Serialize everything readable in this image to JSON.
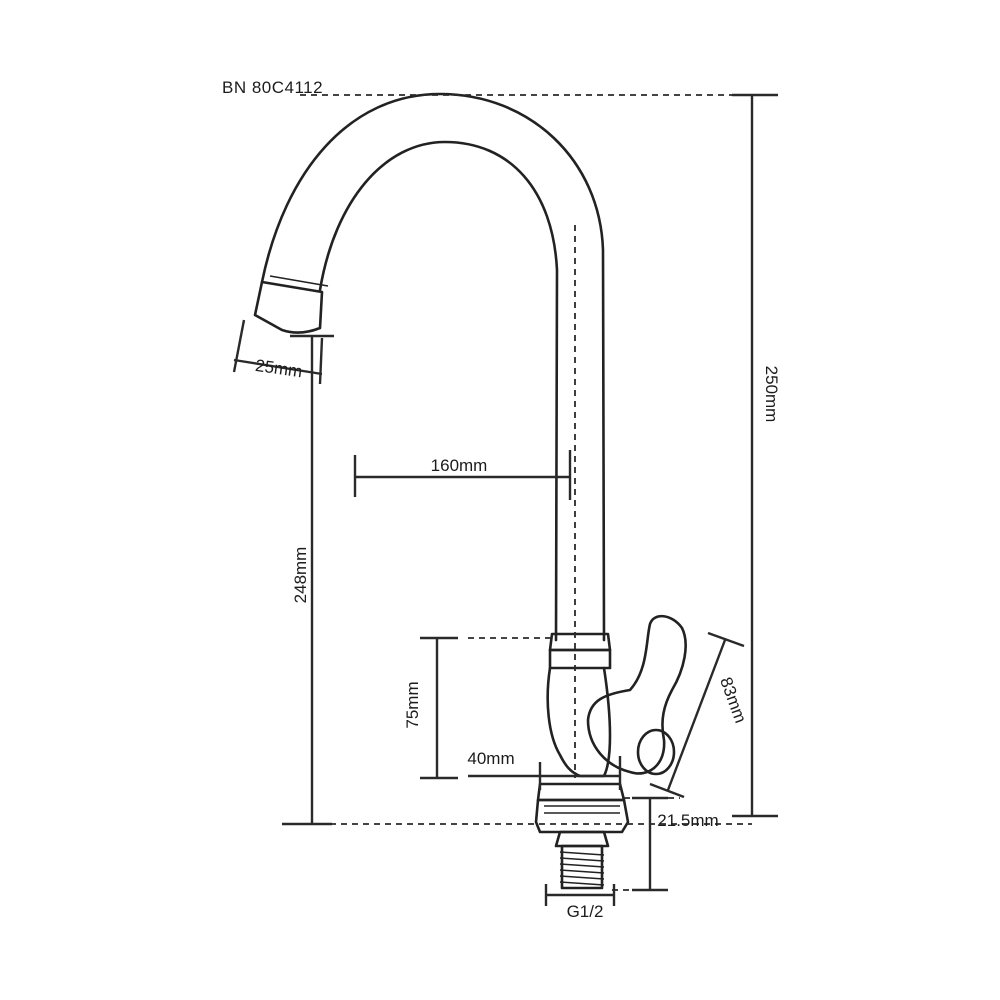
{
  "model_code": "BN 80C4112",
  "dimensions": {
    "outlet_diameter": "25mm",
    "spout_reach": "160mm",
    "spout_height": "248mm",
    "total_height": "250mm",
    "body_height": "75mm",
    "body_width": "40mm",
    "handle_length": "83mm",
    "thread_length": "21.5mm",
    "thread_size": "G1/2"
  }
}
